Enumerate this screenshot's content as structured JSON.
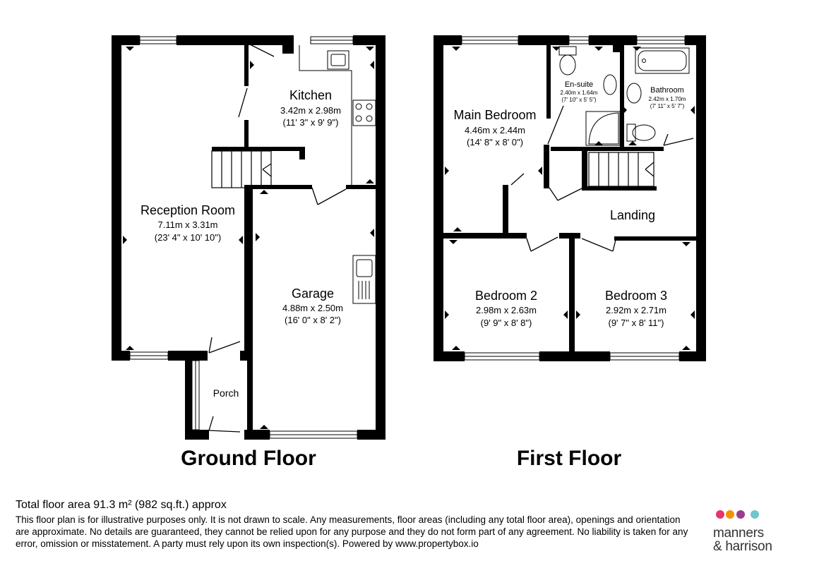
{
  "floors": [
    {
      "id": "ground",
      "title": "Ground Floor",
      "rooms": [
        {
          "name": "Kitchen",
          "metric": "3.42m x 2.98m",
          "imperial": "(11' 3\" x 9' 9\")"
        },
        {
          "name": "Reception Room",
          "metric": "7.11m x 3.31m",
          "imperial": "(23' 4\" x 10' 10\")"
        },
        {
          "name": "Garage",
          "metric": "4.88m x 2.50m",
          "imperial": "(16' 0\" x 8' 2\")"
        },
        {
          "name": "Porch",
          "metric": "",
          "imperial": ""
        }
      ]
    },
    {
      "id": "first",
      "title": "First Floor",
      "rooms": [
        {
          "name": "Main Bedroom",
          "metric": "4.46m x 2.44m",
          "imperial": "(14' 8\" x 8' 0\")"
        },
        {
          "name": "En-suite",
          "metric": "2.40m x 1.64m",
          "imperial": "(7' 10\" x 5' 5\")"
        },
        {
          "name": "Bathroom",
          "metric": "2.42m x 1.70m",
          "imperial": "(7' 11\" x 5' 7\")"
        },
        {
          "name": "Landing",
          "metric": "",
          "imperial": ""
        },
        {
          "name": "Bedroom 2",
          "metric": "2.98m x 2.63m",
          "imperial": "(9' 9\" x 8' 8\")"
        },
        {
          "name": "Bedroom 3",
          "metric": "2.92m x 2.71m",
          "imperial": "(9' 7\" x 8' 11\")"
        }
      ]
    }
  ],
  "footer": {
    "total_area": "Total floor area 91.3 m² (982 sq.ft.) approx",
    "disclaimer": "This floor plan is for illustrative purposes only. It is not drawn to scale. Any measurements, floor areas (including any total floor area), openings and orientation are approximate. No details are guaranteed, they cannot be relied upon for any purpose and they do not form part of any agreement. No liability is taken for any error, omission or misstatement. A party must rely upon its own inspection(s). Powered by  www.propertybox.io"
  },
  "logo": {
    "line1": "manners",
    "line2": "& harrison",
    "dot_colors": [
      "#e8336b",
      "#f39200",
      "#9b3c8c",
      "#6fc6cc"
    ]
  },
  "colors": {
    "wall": "#000000",
    "window_frame": "#555555",
    "background": "#ffffff"
  }
}
